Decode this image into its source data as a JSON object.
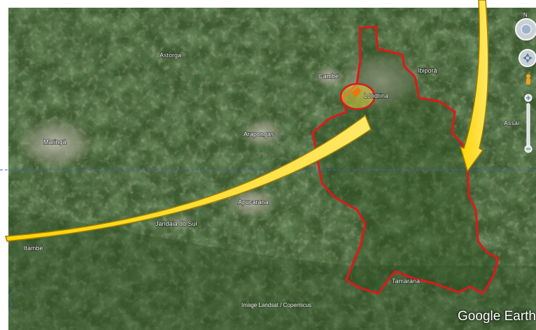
{
  "map": {
    "places": [
      "Astorga",
      "Cambé",
      "Londrina",
      "Ibiporã",
      "Maringá",
      "Arapongas",
      "Assaí",
      "Apucarana",
      "Jandaia do Sul",
      "Itambé",
      "Tamarana"
    ],
    "credit": "Image Landsat / Copernicus",
    "brand": "Google Earth",
    "colors": {
      "boundary": "#e01818",
      "arrow": "#ffd000",
      "arrow_edge": "#a07a00",
      "highlight": "#ffee44",
      "guide_line": "#3a5fd6",
      "terrain_dark": "#2a4a22",
      "terrain_light": "#4d6b3a"
    }
  },
  "controls": {
    "compass_north": "N",
    "icons": [
      "compass-icon",
      "pan-icon",
      "street-view-pegman-icon",
      "zoom-in-icon",
      "zoom-out-icon"
    ]
  }
}
